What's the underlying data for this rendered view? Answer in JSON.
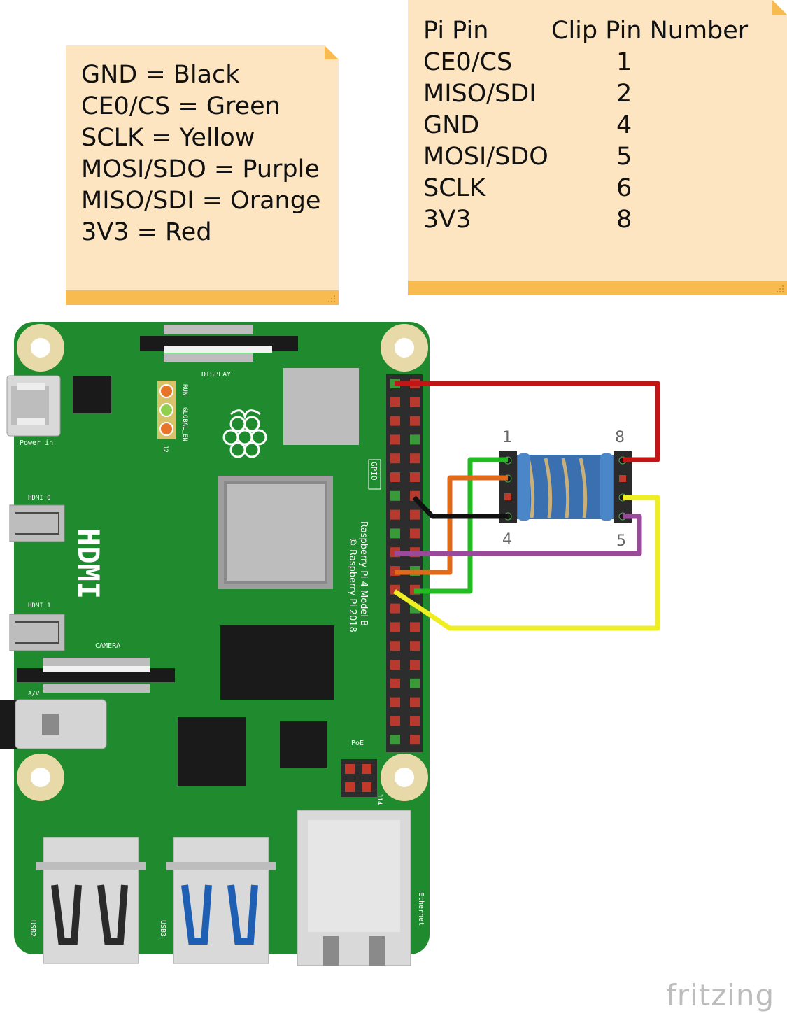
{
  "legend_note": {
    "lines": [
      "GND = Black",
      "CE0/CS = Green",
      "SCLK = Yellow",
      "MOSI/SDO = Purple",
      "MISO/SDI = Orange",
      "3V3 = Red"
    ]
  },
  "pin_table_note": {
    "header": {
      "pi_pin": "Pi Pin",
      "clip_pin": "Clip Pin Number"
    },
    "rows": [
      {
        "pi_pin": "CE0/CS",
        "clip_pin": "1"
      },
      {
        "pi_pin": "MISO/SDI",
        "clip_pin": "2"
      },
      {
        "pi_pin": "GND",
        "clip_pin": "4"
      },
      {
        "pi_pin": "MOSI/SDO",
        "clip_pin": "5"
      },
      {
        "pi_pin": "SCLK",
        "clip_pin": "6"
      },
      {
        "pi_pin": "3V3",
        "clip_pin": "8"
      }
    ]
  },
  "board": {
    "labels": {
      "display": "DISPLAY",
      "run": "RUN",
      "global_en": "GLOBAL_EN",
      "j2": "J2",
      "power_in": "Power in",
      "gpio": "GPIO",
      "model": "Raspberry Pi 4 Model B",
      "copyright": "© Raspberry Pi 2018",
      "hdmi0": "HDMI 0",
      "hdmi1": "HDMI 1",
      "hdmi_big": "HDMI",
      "camera": "CAMERA",
      "av": "A/V",
      "poe": "PoE",
      "j14": "J14",
      "usb2": "USB2",
      "usb3": "USB3",
      "ethernet": "Ethernet"
    }
  },
  "clip": {
    "pin1": "1",
    "pin8": "8",
    "pin4": "4",
    "pin5": "5"
  },
  "wire_colors": {
    "gnd": "#111111",
    "ce0": "#22bb22",
    "sclk": "#eeee22",
    "mosi": "#9b4a9b",
    "miso": "#e06a1a",
    "v33": "#c41414"
  },
  "brand": "fritzing"
}
